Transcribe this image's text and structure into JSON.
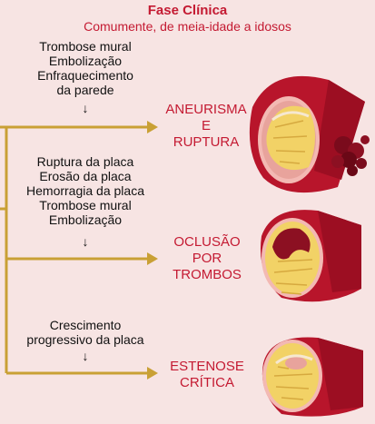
{
  "header": {
    "title": "Fase Clínica",
    "subtitle": "Comumente, de meia-idade a idosos"
  },
  "branches": [
    {
      "causes": [
        "Trombose mural",
        "Embolização",
        "Enfraquecimento",
        "da parede"
      ],
      "outcome": [
        "ANEURISMA",
        "E",
        "RUPTURA"
      ]
    },
    {
      "causes": [
        "Ruptura da placa",
        "Erosão da placa",
        "Hemorragia da placa",
        "Trombose mural",
        "Embolização"
      ],
      "outcome": [
        "OCLUSÃO",
        "POR",
        "TROMBOS"
      ]
    },
    {
      "causes": [
        "Crescimento",
        "progressivo da placa"
      ],
      "outcome": [
        "ESTENOSE",
        "CRÍTICA"
      ]
    }
  ],
  "arrow_symbol": "↓",
  "colors": {
    "background": "#f7e4e3",
    "accent_red": "#c41a32",
    "connector_gold": "#c9a035",
    "vessel_outer": "#b8152b",
    "plaque_yellow": "#f2d266",
    "lumen_pink": "#f3b9b3"
  }
}
